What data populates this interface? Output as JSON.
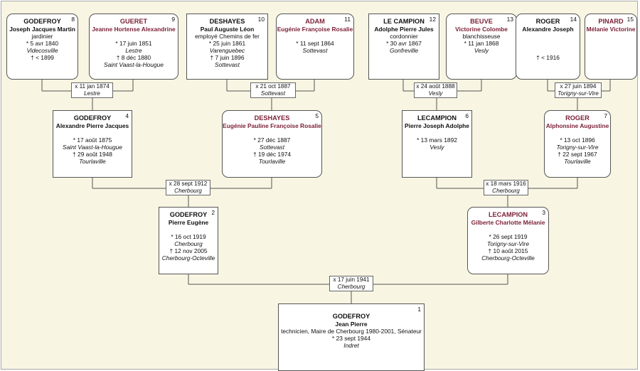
{
  "persons": [
    {
      "num": "8",
      "sex": "male",
      "surname": "GODEFROY",
      "given": "Joseph Jacques Martin",
      "lines": [
        {
          "t": "jardinier",
          "p": false
        },
        {
          "t": "* 5 avr 1840",
          "p": false
        },
        {
          "t": "Videcosville",
          "p": true
        },
        {
          "t": "† < 1899",
          "p": false
        }
      ]
    },
    {
      "num": "9",
      "sex": "female",
      "surname": "GUERET",
      "given": "Jeanne Hortense Alexandrine",
      "lines": [
        {
          "t": "",
          "p": false
        },
        {
          "t": "* 17 juin 1851",
          "p": false
        },
        {
          "t": "Lestre",
          "p": true
        },
        {
          "t": "† 8 déc 1880",
          "p": false
        },
        {
          "t": "Saint Vaast-la-Hougue",
          "p": true
        }
      ]
    },
    {
      "num": "10",
      "sex": "male",
      "surname": "DESHAYES",
      "given": "Paul Auguste Léon",
      "lines": [
        {
          "t": "employé Chemins de fer",
          "p": false
        },
        {
          "t": "* 25 juin 1861",
          "p": false
        },
        {
          "t": "Varenguebec",
          "p": true
        },
        {
          "t": "† 7 juin 1896",
          "p": false
        },
        {
          "t": "Sottevast",
          "p": true
        }
      ]
    },
    {
      "num": "11",
      "sex": "female",
      "surname": "ADAM",
      "given": "Eugénie Françoise Rosalie",
      "lines": [
        {
          "t": "",
          "p": false
        },
        {
          "t": "* 11 sept 1864",
          "p": false
        },
        {
          "t": "Sottevast",
          "p": true
        }
      ]
    },
    {
      "num": "12",
      "sex": "male",
      "surname": "LE CAMPION",
      "given": "Adolphe Pierre Jules",
      "lines": [
        {
          "t": "cordonnier",
          "p": false
        },
        {
          "t": "* 30 avr 1867",
          "p": false
        },
        {
          "t": "Gonfreville",
          "p": true
        }
      ]
    },
    {
      "num": "13",
      "sex": "female",
      "surname": "BEUVE",
      "given": "Victorine Colombe",
      "lines": [
        {
          "t": "blanchisseuse",
          "p": false
        },
        {
          "t": "* 11 jan 1868",
          "p": false
        },
        {
          "t": "Vesly",
          "p": true
        }
      ]
    },
    {
      "num": "14",
      "sex": "male",
      "surname": "ROGER",
      "given": "Alexandre Joseph",
      "lines": [
        {
          "t": "",
          "p": false
        },
        {
          "t": "",
          "p": false
        },
        {
          "t": "",
          "p": false
        },
        {
          "t": "† < 1916",
          "p": false
        }
      ]
    },
    {
      "num": "15",
      "sex": "female",
      "surname": "PINARD",
      "given": "Mélanie Victorine",
      "lines": []
    },
    {
      "num": "4",
      "sex": "male",
      "surname": "GODEFROY",
      "given": "Alexandre Pierre Jacques",
      "lines": [
        {
          "t": "",
          "p": false
        },
        {
          "t": "* 17 août 1875",
          "p": false
        },
        {
          "t": "Saint Vaast-la-Hougue",
          "p": true
        },
        {
          "t": "† 29 août 1948",
          "p": false
        },
        {
          "t": "Tourlaville",
          "p": true
        }
      ]
    },
    {
      "num": "5",
      "sex": "female",
      "surname": "DESHAYES",
      "given": "Eugénie Pauline Françoise Rosalie",
      "lines": [
        {
          "t": "",
          "p": false
        },
        {
          "t": "* 27 déc 1887",
          "p": false
        },
        {
          "t": "Sottevast",
          "p": true
        },
        {
          "t": "† 19 déc 1974",
          "p": false
        },
        {
          "t": "Tourlaville",
          "p": true
        }
      ]
    },
    {
      "num": "6",
      "sex": "male",
      "surname": "LECAMPION",
      "given": "Pierre Joseph Adolphe",
      "lines": [
        {
          "t": "",
          "p": false
        },
        {
          "t": "* 13 mars 1892",
          "p": false
        },
        {
          "t": "Vesly",
          "p": true
        }
      ]
    },
    {
      "num": "7",
      "sex": "female",
      "surname": "ROGER",
      "given": "Alphonsine Augustine",
      "lines": [
        {
          "t": "",
          "p": false
        },
        {
          "t": "* 13 oct 1896",
          "p": false
        },
        {
          "t": "Torigny-sur-Vire",
          "p": true
        },
        {
          "t": "† 22 sept 1967",
          "p": false
        },
        {
          "t": "Tourlaville",
          "p": true
        }
      ]
    },
    {
      "num": "2",
      "sex": "male",
      "surname": "GODEFROY",
      "given": "Pierre Eugène",
      "lines": [
        {
          "t": "",
          "p": false
        },
        {
          "t": "* 16 oct 1919",
          "p": false
        },
        {
          "t": "Cherbourg",
          "p": true
        },
        {
          "t": "† 12 nov 2005",
          "p": false
        },
        {
          "t": "Cherbourg-Octeville",
          "p": true
        }
      ]
    },
    {
      "num": "3",
      "sex": "female",
      "surname": "LECAMPION",
      "given": "Gilberte Charlotte Mélanie",
      "lines": [
        {
          "t": "",
          "p": false
        },
        {
          "t": "* 26 sept 1919",
          "p": false
        },
        {
          "t": "Torigny-sur-Vire",
          "p": true
        },
        {
          "t": "† 10 août 2015",
          "p": false
        },
        {
          "t": "Cherbourg-Octeville",
          "p": true
        }
      ]
    },
    {
      "num": "1",
      "sex": "male",
      "surname": "GODEFROY",
      "given": "Jean Pierre",
      "lines": [
        {
          "t": "technicien, Maire de Cherbourg 1980-2001, Sénateur",
          "p": false
        },
        {
          "t": "* 23 sept 1944",
          "p": false
        },
        {
          "t": "Indret",
          "p": true
        }
      ]
    }
  ],
  "unions": [
    {
      "date": "x 11 jan 1874",
      "place": "Lestre"
    },
    {
      "date": "x 21 oct 1887",
      "place": "Sottevast"
    },
    {
      "date": "x 24 août 1888",
      "place": "Vesly"
    },
    {
      "date": "x 27 juin 1894",
      "place": "Torigny-sur-Vire"
    },
    {
      "date": "x 28 sept 1912",
      "place": "Cherbourg"
    },
    {
      "date": "x 18 mars 1916",
      "place": "Cherbourg"
    },
    {
      "date": "x 17 juin 1941",
      "place": "Cherbourg"
    }
  ]
}
